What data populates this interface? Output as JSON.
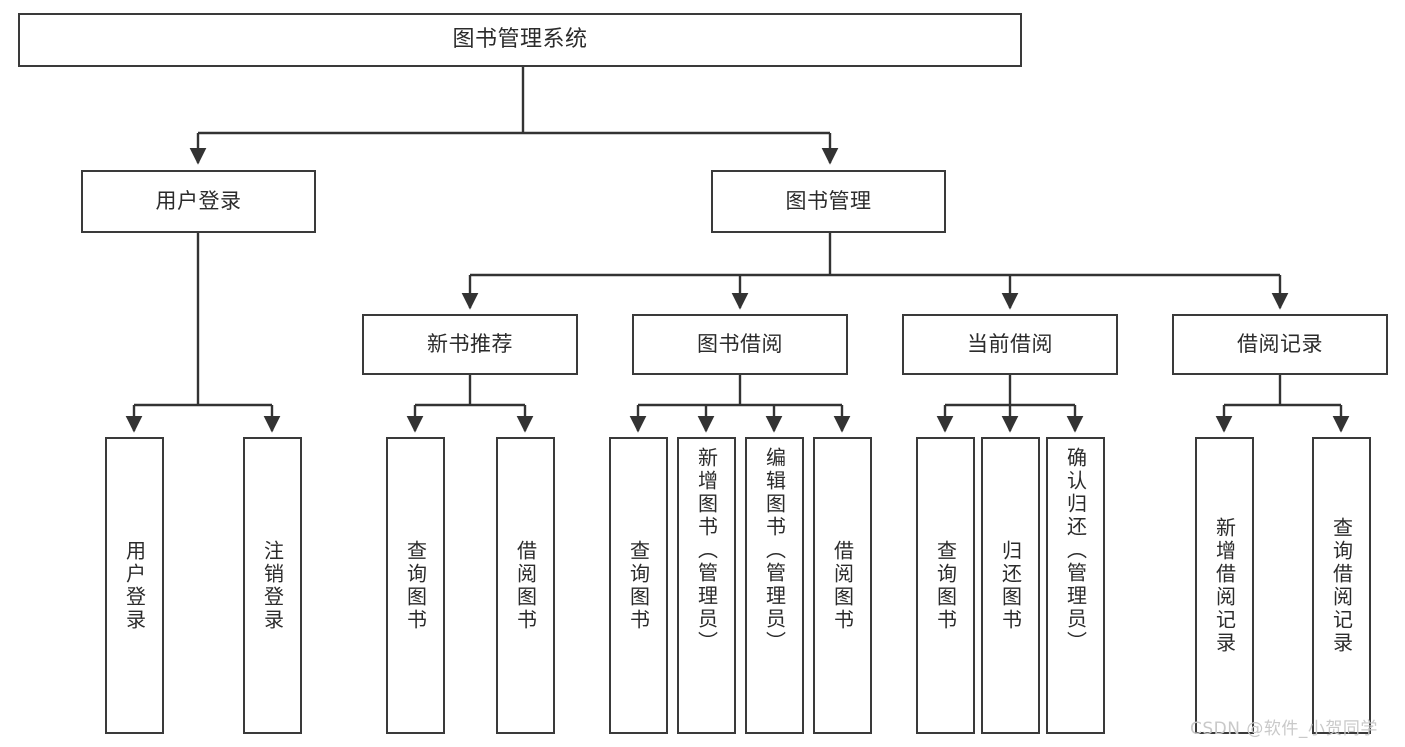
{
  "diagram": {
    "type": "tree-hierarchy",
    "title": "图书管理系统",
    "watermark": "CSDN @软件_小贺同学",
    "colors": {
      "box_border": "#3a3a3a",
      "box_fill": "#ffffff",
      "text": "#2b2b2b",
      "edge": "#333333",
      "watermark": "#c9c9c9"
    },
    "nodes": {
      "root": {
        "label": "图书管理系统",
        "level": 1
      },
      "user_login": {
        "label": "用户登录",
        "level": 2
      },
      "book_manage": {
        "label": "图书管理",
        "level": 2
      },
      "new_book_rec": {
        "label": "新书推荐",
        "level": 3
      },
      "book_borrow": {
        "label": "图书借阅",
        "level": 3
      },
      "current_borrow": {
        "label": "当前借阅",
        "level": 3
      },
      "borrow_record": {
        "label": "借阅记录",
        "level": 3
      },
      "leaf_user_login": {
        "label": "用户登录",
        "level": 3,
        "parent": "user_login"
      },
      "leaf_logout": {
        "label": "注销登录",
        "level": 3,
        "parent": "user_login"
      },
      "leaf_query_book_1": {
        "label": "查询图书",
        "level": 4,
        "parent": "new_book_rec"
      },
      "leaf_borrow_book_1": {
        "label": "借阅图书",
        "level": 4,
        "parent": "new_book_rec"
      },
      "leaf_query_book_2": {
        "label": "查询图书",
        "level": 4,
        "parent": "book_borrow"
      },
      "leaf_add_book": {
        "label": "新增图书（管理员）",
        "level": 4,
        "parent": "book_borrow"
      },
      "leaf_edit_book": {
        "label": "编辑图书（管理员）",
        "level": 4,
        "parent": "book_borrow"
      },
      "leaf_borrow_book_2": {
        "label": "借阅图书",
        "level": 4,
        "parent": "book_borrow"
      },
      "leaf_query_book_3": {
        "label": "查询图书",
        "level": 4,
        "parent": "current_borrow"
      },
      "leaf_return_book": {
        "label": "归还图书",
        "level": 4,
        "parent": "current_borrow"
      },
      "leaf_confirm_return": {
        "label": "确认归还（管理员）",
        "level": 4,
        "parent": "current_borrow"
      },
      "leaf_add_record": {
        "label": "新增借阅记录",
        "level": 4,
        "parent": "borrow_record"
      },
      "leaf_query_record": {
        "label": "查询借阅记录",
        "level": 4,
        "parent": "borrow_record"
      }
    }
  }
}
